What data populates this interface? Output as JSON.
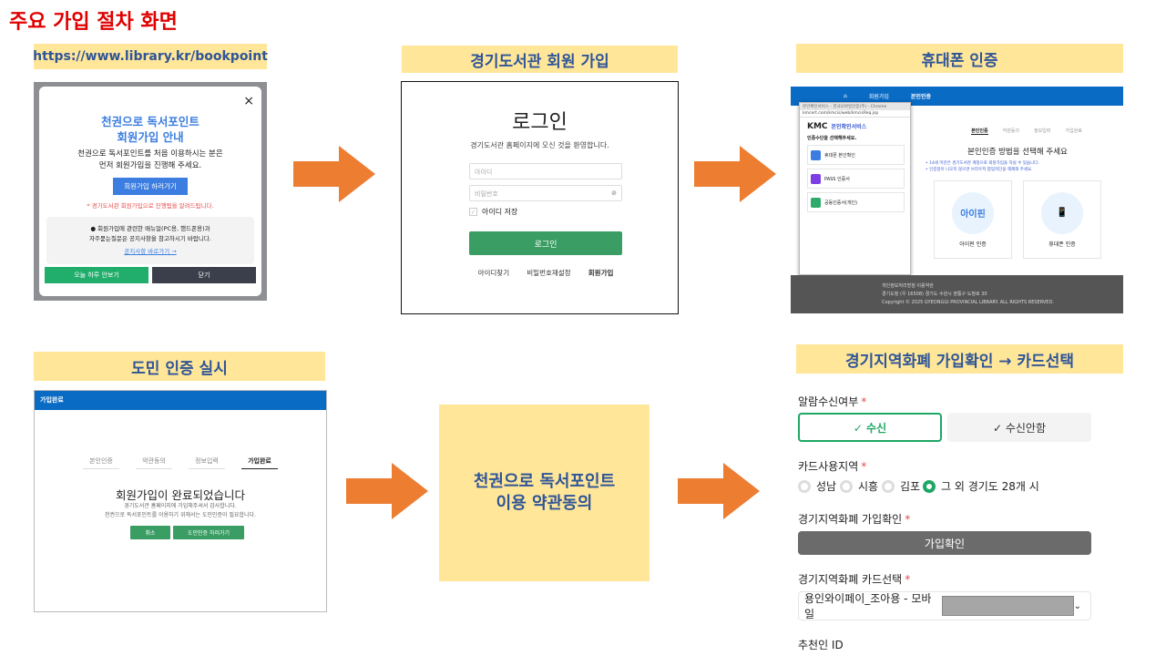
{
  "page_title": "주요 가입 절차 화면",
  "labels": {
    "step1": "https://www.library.kr/bookpoint",
    "step2": "경기도서관 회원 가입",
    "step3": "휴대폰 인증",
    "step4": "도민 인증 실시",
    "step6": "경기지역화폐 가입확인 → 카드선택"
  },
  "middle_box": {
    "line1": "천권으로 독서포인트",
    "line2": "이용 약관동의"
  },
  "popup": {
    "title1": "천권으로 독서포인트",
    "title2": "회원가입 안내",
    "desc1": "천권으로 독서포인트를 처음 이용하시는 분은",
    "desc2": "먼저 회원가입을 진행해 주세요.",
    "join_button": "회원가입 하러가기",
    "warning": "* 경기도서관 회원가입으로 진행됨을 알려드립니다.",
    "info1": "● 회원가입에 관련한 매뉴얼(PC용, 핸드폰용)과",
    "info2": "자주묻는질문은 공지사항을 참고하시기 바랍니다.",
    "notice_link": "공지사항 바로가기 →",
    "hide_today": "오늘 하루 안보기",
    "close": "닫기",
    "close_icon": "×"
  },
  "login": {
    "title": "로그인",
    "subtitle": "경기도서관 홈페이지에 오신 것을 환영합니다.",
    "id_placeholder": "아이디",
    "pw_placeholder": "비밀번호",
    "save_id": "아이디 저장",
    "login_button": "로그인",
    "find_id": "아이디찾기",
    "reset_pw": "비밀번호재설정",
    "signup": "회원가입"
  },
  "kmc": {
    "nav": [
      "⌂",
      "회원가입",
      "본인인증"
    ],
    "window_title": "본인확인서비스 - 한국모바일인증(주) - Chrome",
    "url": "kmcert.com/kmcis/web/kmcisReq.jsp",
    "logo": "KMC",
    "service": "본인확인서비스",
    "choose": "인증수단을 선택해주세요.",
    "items": [
      "휴대폰 본인확인",
      "PASS 인증서",
      "공동인증서(개인)"
    ],
    "steps": [
      "본인인증",
      "약관동의",
      "정보입력",
      "가입완료"
    ],
    "heading": "본인인증 방법을 선택해 주세요",
    "note1": "• 14세 미만은 경기도서관 계정으로 회원가입을 하실 수 있습니다.",
    "note2": "• 인증창이 나오지 않으면 브라우저 팝업차단을 해제해 주세요.",
    "ipin_circle": "아이핀",
    "ipin": "아이핀 인증",
    "phone": "휴대폰 인증",
    "footer1": "개인정보처리방침   이용약관",
    "footer2": "경기도청 (우 16508) 경기도 수원시 영통구 도청로 30",
    "footer3": "Copyright © 2025 GYEONGGI PROVINCIAL LIBRARY. ALL RIGHTS RESERVED."
  },
  "complete": {
    "header": "가입완료",
    "steps": [
      "본인인증",
      "약관동의",
      "정보입력",
      "가입완료"
    ],
    "title": "회원가입이 완료되었습니다",
    "desc1": "경기도서관 홈페이지에 가입해주셔서 감사합니다.",
    "desc2": "천권으로 독서포인트를 이용하기 위해서는 도민인증이 필요합니다.",
    "cancel": "취소",
    "verify": "도민인증 하러가기"
  },
  "form": {
    "alarm_label": "알람수신여부",
    "receive": "✓ 수신",
    "no_receive": "✓ 수신안함",
    "region_label": "카드사용지역",
    "regions": [
      "성남",
      "시흥",
      "김포",
      "그 외 경기도 28개 시"
    ],
    "selected_region": "그 외 경기도 28개 시",
    "join_confirm_label": "경기지역화폐 가입확인",
    "join_confirm_button": "가입확인",
    "card_label": "경기지역화폐 카드선택",
    "card_value": "용인와이페이_조아용 - 모바일",
    "referrer_label": "추천인 ID",
    "required": "*"
  },
  "colors": {
    "arrow": "#ED7D31",
    "label_bg": "#FFE699",
    "label_text": "#2F5597",
    "title": "#E00000"
  }
}
